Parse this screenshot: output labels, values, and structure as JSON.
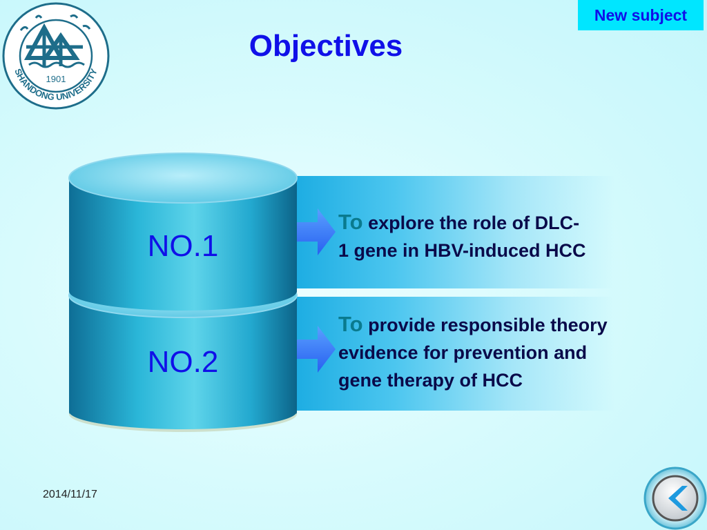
{
  "header": {
    "title": "Objectives",
    "new_subject_label": "New subject"
  },
  "logo": {
    "year": "1901",
    "university": "SHANDONG UNIVERSITY"
  },
  "objectives": [
    {
      "number": "NO.1",
      "lead": "To",
      "text_line1": "explore the role of DLC-",
      "text_line2": "1 gene in HBV-induced HCC"
    },
    {
      "number": "NO.2",
      "lead": "To",
      "text_line1": "provide responsible theory",
      "text_line2": "evidence for prevention and",
      "text_line3": "gene therapy of HCC"
    }
  ],
  "footer": {
    "date": "2014/11/17",
    "back_icon": "chevron-left-icon"
  },
  "colors": {
    "title": "#1010e8",
    "new_subject_bg": "#00e6ff",
    "lead_word": "#0a7a8e",
    "band": "#14a8e0"
  }
}
